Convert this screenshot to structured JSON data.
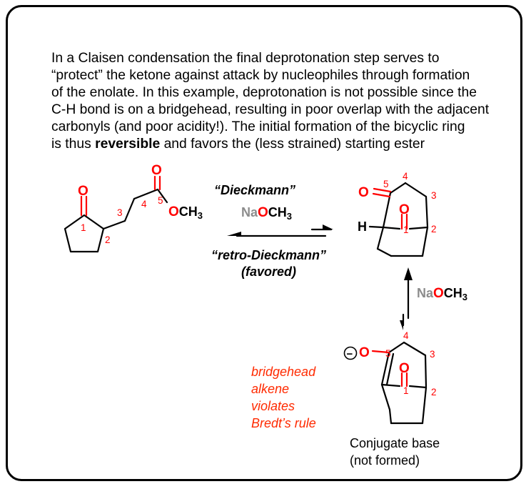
{
  "intro": {
    "lines": [
      "In a Claisen condensation the final deprotonation step serves to",
      "“protect” the ketone against attack by nucleophiles through formation",
      "of the enolate. In this example, deprotonation is not possible since the",
      "C-H bond is on a bridgehead, resulting in poor overlap with the adjacent",
      "carbonyls (and poor acidity!). The initial formation of the bicyclic ring"
    ],
    "last_pre": "is thus ",
    "last_bold": "reversible",
    "last_post": " and favors the (less strained) starting ester"
  },
  "forward_label": "“Dieckmann”",
  "reverse_label": "“retro-Dieckmann”",
  "reverse_note": "(favored)",
  "reagent": {
    "na": "Na",
    "o": "O",
    "c": "CH",
    "sub": "3"
  },
  "atoms": {
    "O": "O",
    "H": "H",
    "minus": "−"
  },
  "numbers": {
    "n1": "1",
    "n2": "2",
    "n3": "3",
    "n4": "4",
    "n5": "5"
  },
  "bredt_lines": [
    "bridgehead",
    "alkene",
    "violates",
    "Bredt’s rule"
  ],
  "caption_lines": [
    "Conjugate base",
    "(not formed)"
  ],
  "colors": {
    "oxygen": "#ff0000",
    "numbers": "#ff0000",
    "note": "#ff2a00",
    "sodium": "#8c8c8c"
  }
}
